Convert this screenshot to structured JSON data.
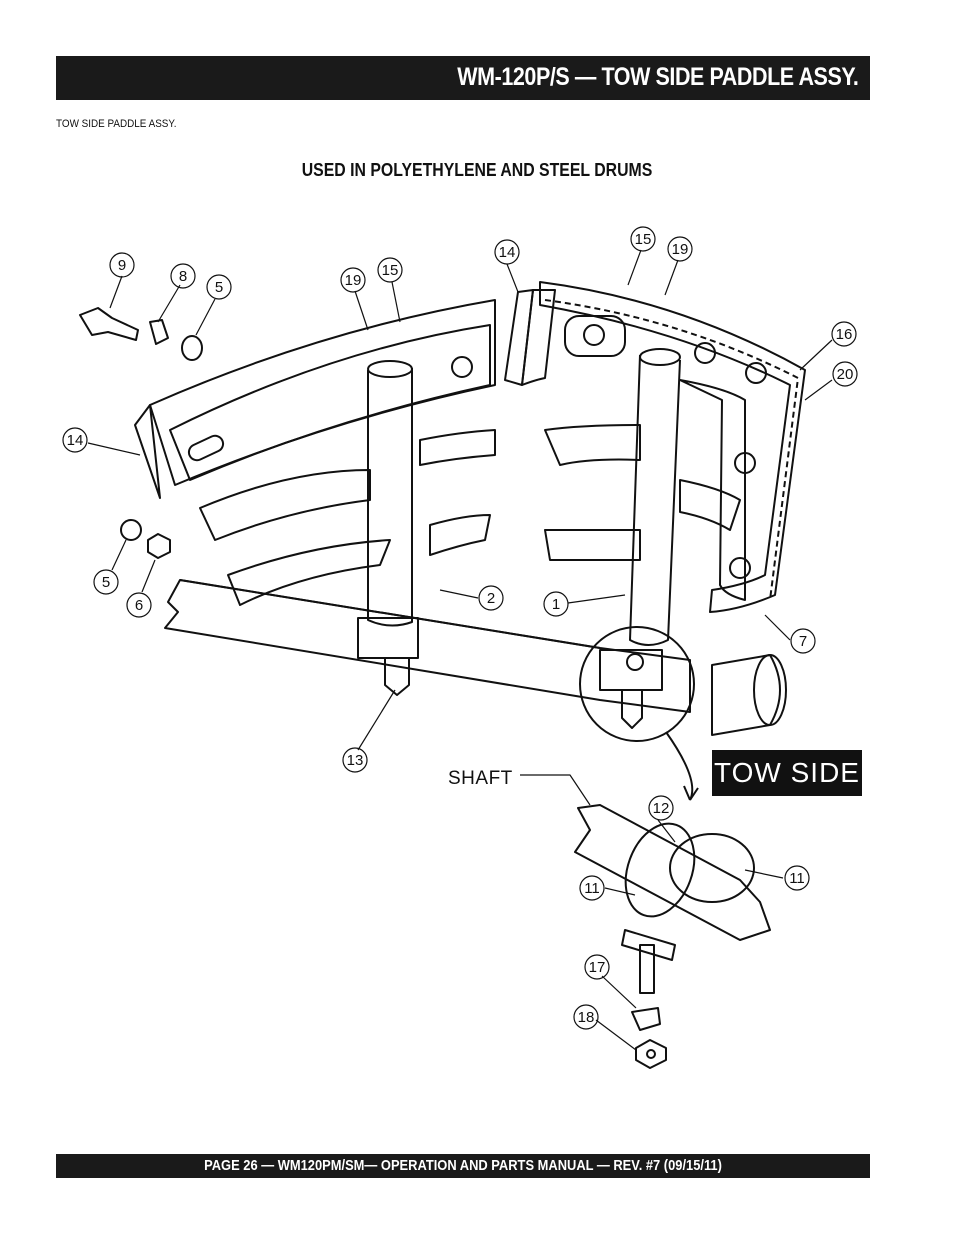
{
  "header": {
    "title": "WM-120P/S — TOW SIDE PADDLE  ASSY."
  },
  "section_label": "TOW SIDE PADDLE ASSY.",
  "caption": "USED IN  POLYETHYLENE AND STEEL DRUMS",
  "diagram": {
    "tow_side_label": "TOW  SIDE",
    "shaft_label": "SHAFT",
    "callouts": [
      "9",
      "8",
      "5",
      "19",
      "15",
      "14",
      "15",
      "19",
      "16",
      "20",
      "14",
      "5",
      "6",
      "2",
      "1",
      "7",
      "13",
      "12",
      "11",
      "11",
      "17",
      "18"
    ]
  },
  "footer": {
    "text": "PAGE 26 —  WM120PM/SM— OPERATION AND PARTS MANUAL — REV. #7 (09/15/11)"
  }
}
